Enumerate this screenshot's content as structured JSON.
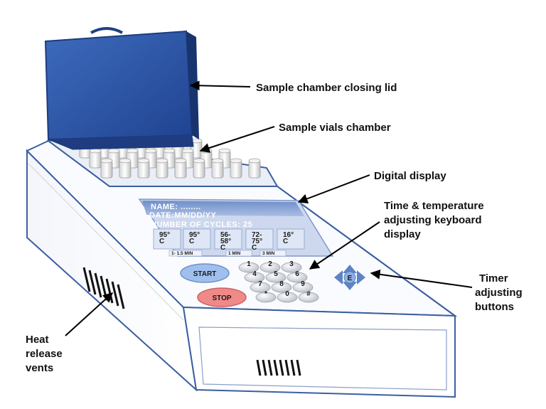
{
  "labels": {
    "lid": "Sample chamber closing lid",
    "vials": "Sample vials chamber",
    "digital_display": "Digital display",
    "keyboard_line1": "Time & temperature",
    "keyboard_line2": "adjusting keyboard",
    "keyboard_line3": "display",
    "timer_line1": "Timer",
    "timer_line2": "adjusting",
    "timer_line3": "buttons",
    "heat_line1": "Heat",
    "heat_line2": "release",
    "heat_line3": "vents"
  },
  "screen": {
    "name_line": "NAME: ........",
    "date_line": "DATE:MM/DD/YY",
    "cycles_line": "NUMBER OF CYCLES: 25",
    "temps": [
      {
        "top": "95°",
        "bottom": "C"
      },
      {
        "top": "95°",
        "bottom": "C"
      },
      {
        "top": "56-",
        "mid": "58°",
        "bottom": "C"
      },
      {
        "top": "72-",
        "mid": "75°",
        "bottom": "C"
      },
      {
        "top": "16°",
        "bottom": "C"
      }
    ],
    "times": [
      "1- 1.5 MIN",
      "1 MIN",
      "3 MIN"
    ]
  },
  "buttons": {
    "start": "START",
    "stop": "STOP",
    "keys": [
      "1",
      "2",
      "3",
      "4",
      "5",
      "6",
      "7",
      "8",
      "9",
      "*",
      "0",
      "#"
    ],
    "timer_center": "E"
  },
  "colors": {
    "lid": "#2f5aa8",
    "outline": "#3b5fa0",
    "screen": "#b9c8e6",
    "start": "#9fc0ee",
    "stop": "#f08a88"
  }
}
